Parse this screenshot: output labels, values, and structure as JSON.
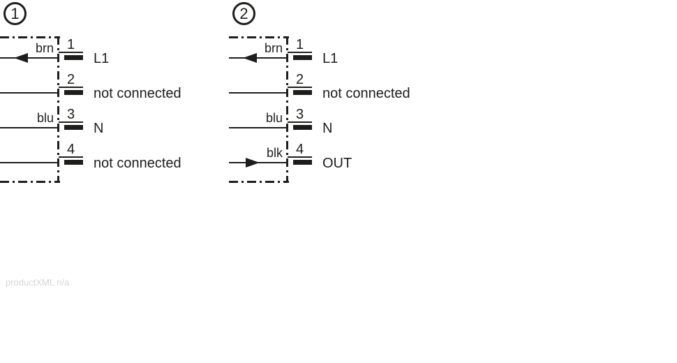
{
  "colors": {
    "line": "#1d1d1b",
    "background": "#ffffff",
    "watermark": "#d6d6d6"
  },
  "footer": {
    "text": "productXML n/a"
  },
  "diagrams": [
    {
      "badge": "1",
      "pins": [
        {
          "number": "1",
          "wire_color": "brn",
          "arrow": "left",
          "label": "L1"
        },
        {
          "number": "2",
          "wire_color": "",
          "arrow": "none",
          "label": "not connected"
        },
        {
          "number": "3",
          "wire_color": "blu",
          "arrow": "none",
          "label": "N"
        },
        {
          "number": "4",
          "wire_color": "",
          "arrow": "none",
          "label": "not connected"
        }
      ]
    },
    {
      "badge": "2",
      "pins": [
        {
          "number": "1",
          "wire_color": "brn",
          "arrow": "left",
          "label": "L1"
        },
        {
          "number": "2",
          "wire_color": "",
          "arrow": "none",
          "label": "not connected"
        },
        {
          "number": "3",
          "wire_color": "blu",
          "arrow": "none",
          "label": "N"
        },
        {
          "number": "4",
          "wire_color": "blk",
          "arrow": "right",
          "label": "OUT"
        }
      ]
    }
  ]
}
